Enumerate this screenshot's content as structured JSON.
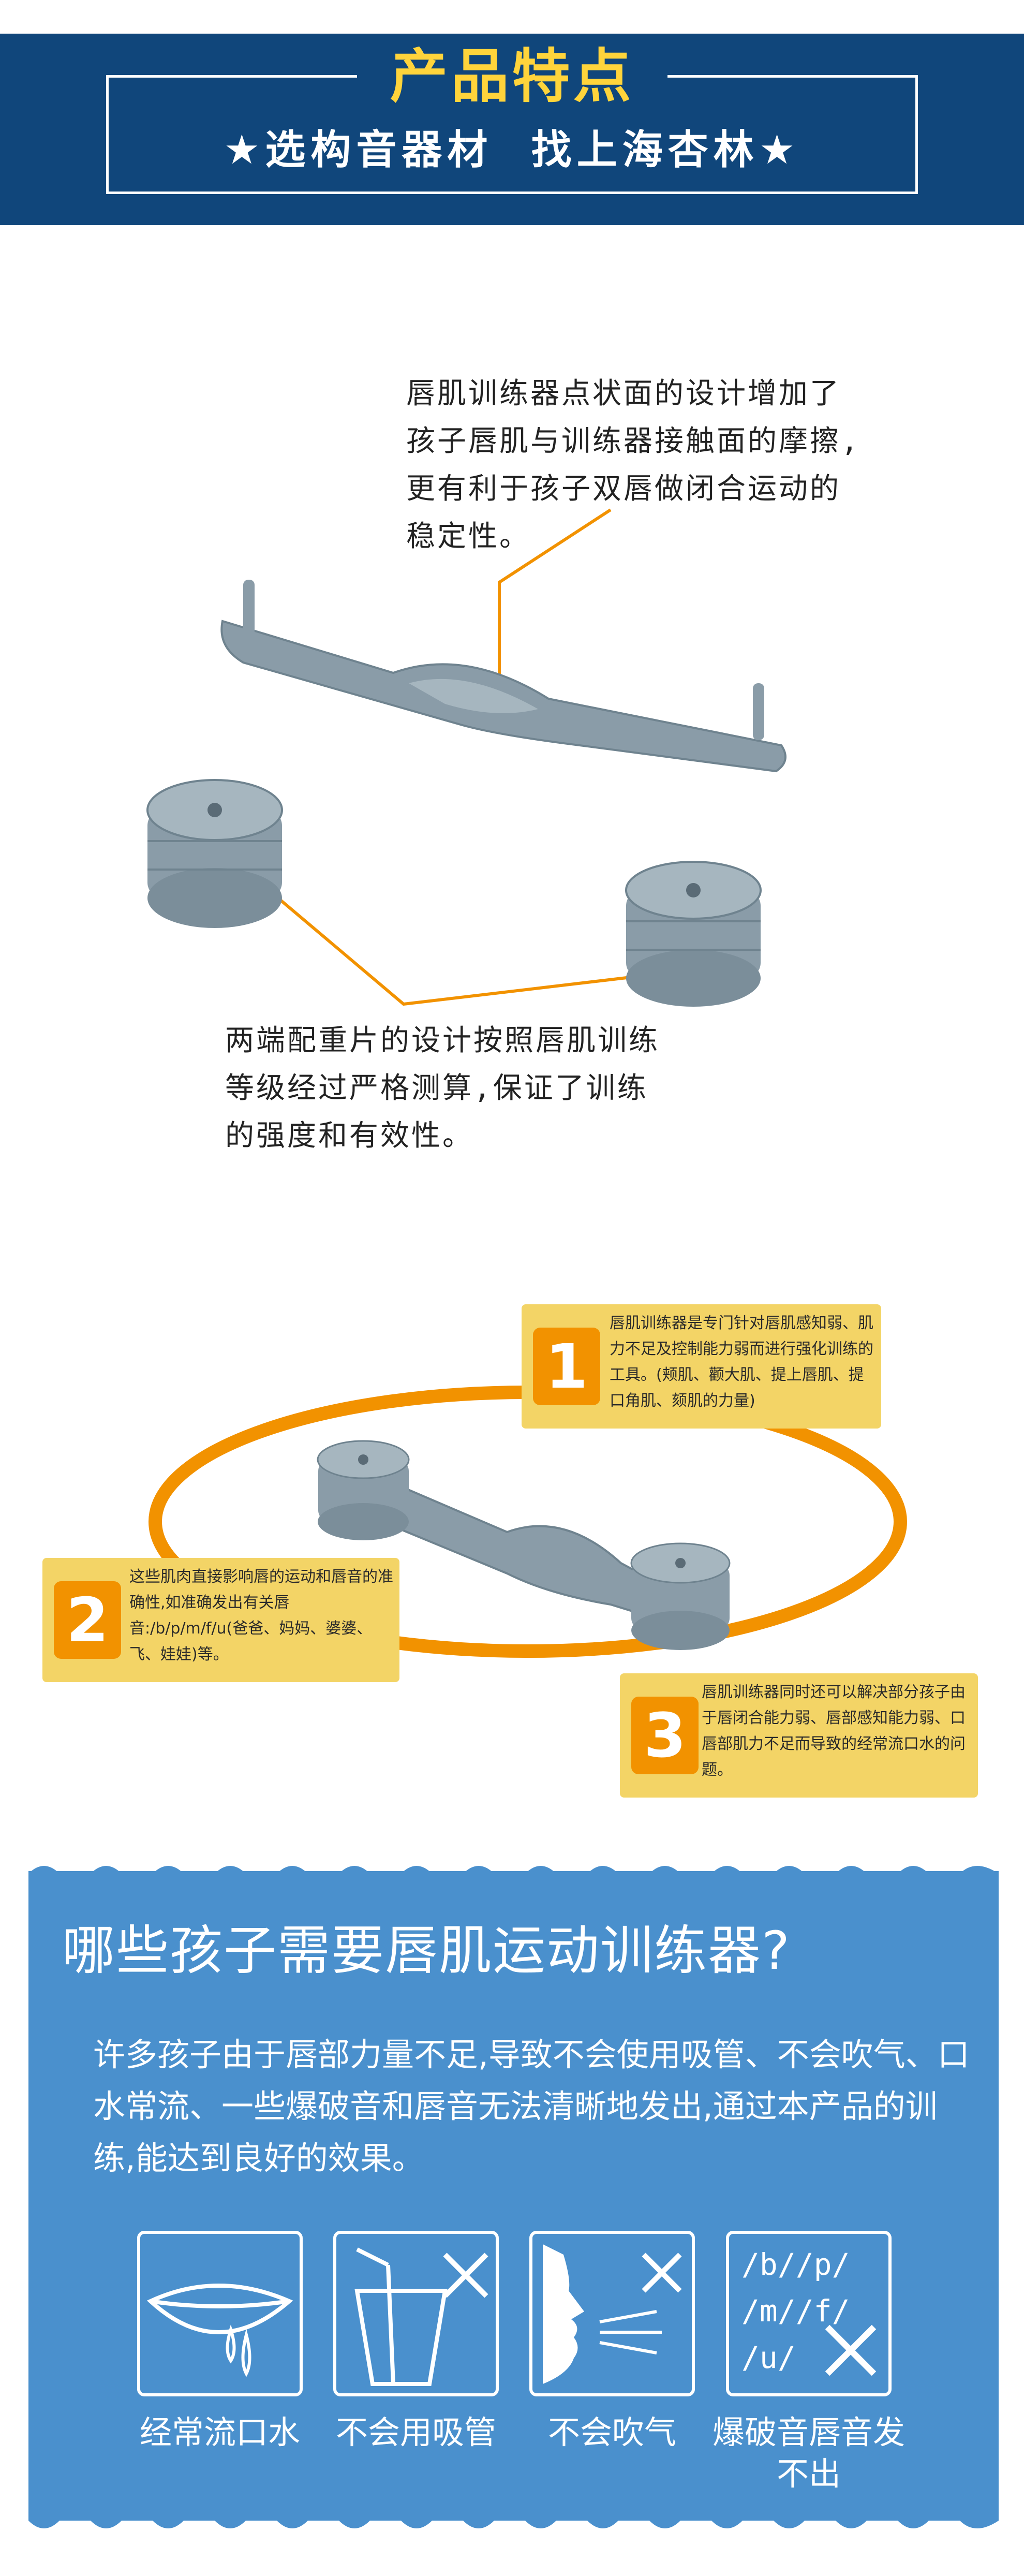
{
  "header": {
    "title": "产品特点",
    "subtitle": "★选构音器材  找上海杏林★"
  },
  "product": {
    "callout_top_lines": [
      "唇肌训练器点状面的设计增加了",
      "孩子唇肌与训练器接触面的摩擦,",
      "更有利于孩子双唇做闭合运动的",
      "稳定性。"
    ],
    "callout_bottom_lines": [
      "两端配重片的设计按照唇肌训练",
      "等级经过严格测算,保证了训练",
      "的强度和有效性。"
    ]
  },
  "features": [
    {
      "number": "1",
      "text": "唇肌训练器是专门针对唇肌感知弱、肌力不足及控制能力弱而进行强化训练的工具。(颊肌、颧大肌、提上唇肌、提口角肌、颏肌的力量)"
    },
    {
      "number": "2",
      "text": "这些肌肉直接影响唇的运动和唇音的准确性,如准确发出有关唇音:/b/p/m/f/u(爸爸、妈妈、婆婆、飞、娃娃)等。"
    },
    {
      "number": "3",
      "text": "唇肌训练器同时还可以解决部分孩子由于唇闭合能力弱、唇部感知能力弱、口唇部肌力不足而导致的经常流口水的问题。"
    }
  ],
  "info": {
    "title": "哪些孩子需要唇肌运动训练器?",
    "description": "许多孩子由于唇部力量不足,导致不会使用吸管、不会吹气、口水常流、一些爆破音和唇音无法清晰地发出,通过本产品的训练,能达到良好的效果。",
    "icons": [
      {
        "icon": "drooling-mouth-icon",
        "label": "经常流口水"
      },
      {
        "icon": "straw-cup-icon",
        "label": "不会用吸管"
      },
      {
        "icon": "blowing-face-icon",
        "label": "不会吹气"
      },
      {
        "icon": "sounds-icon",
        "label": "爆破音唇音发不出"
      }
    ],
    "sounds_lines": [
      "/b//p/",
      "/m//f/",
      "/u/"
    ]
  },
  "colors": {
    "header_bg": "#10467b",
    "title_yellow": "#ffd43b",
    "orange_accent": "#f29200",
    "feature_box": "#f3d466",
    "panel_blue": "#4a90cd",
    "product_grey": "#8a9ca8"
  }
}
